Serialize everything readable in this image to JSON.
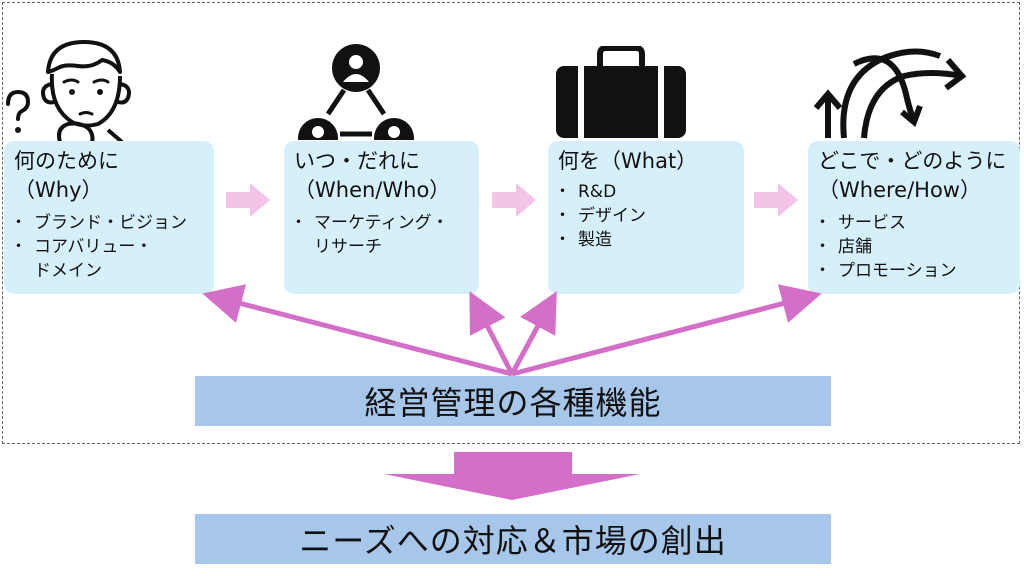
{
  "boxes": [
    {
      "title_line1": "何のために",
      "title_line2": "（Why）",
      "items": [
        "ブランド・ビジョン",
        "コアバリュー・",
        "ドメイン"
      ]
    },
    {
      "title_line1": "いつ・だれに",
      "title_line2": "（When/Who）",
      "items": [
        "マーケティング・",
        "リサーチ"
      ]
    },
    {
      "title_line1": "何を（What）",
      "items": [
        "R&D",
        "デザイン",
        "製造"
      ]
    },
    {
      "title_line1": "どこで・どのように",
      "title_line2": "（Where/How）",
      "items": [
        "サービス",
        "店舗",
        "プロモーション"
      ]
    }
  ],
  "center_banner": "経営管理の各種機能",
  "bottom_banner": "ニーズへの対応＆市場の創出",
  "colors": {
    "box_fill": "#d6f0fb",
    "banner_fill": "#a7c7ea",
    "arrow_magenta": "#d46fc8",
    "chevron_pink": "#f3c4e8"
  },
  "icons": [
    "thinking-person-icon",
    "people-network-icon",
    "briefcase-icon",
    "direction-arrows-icon"
  ]
}
